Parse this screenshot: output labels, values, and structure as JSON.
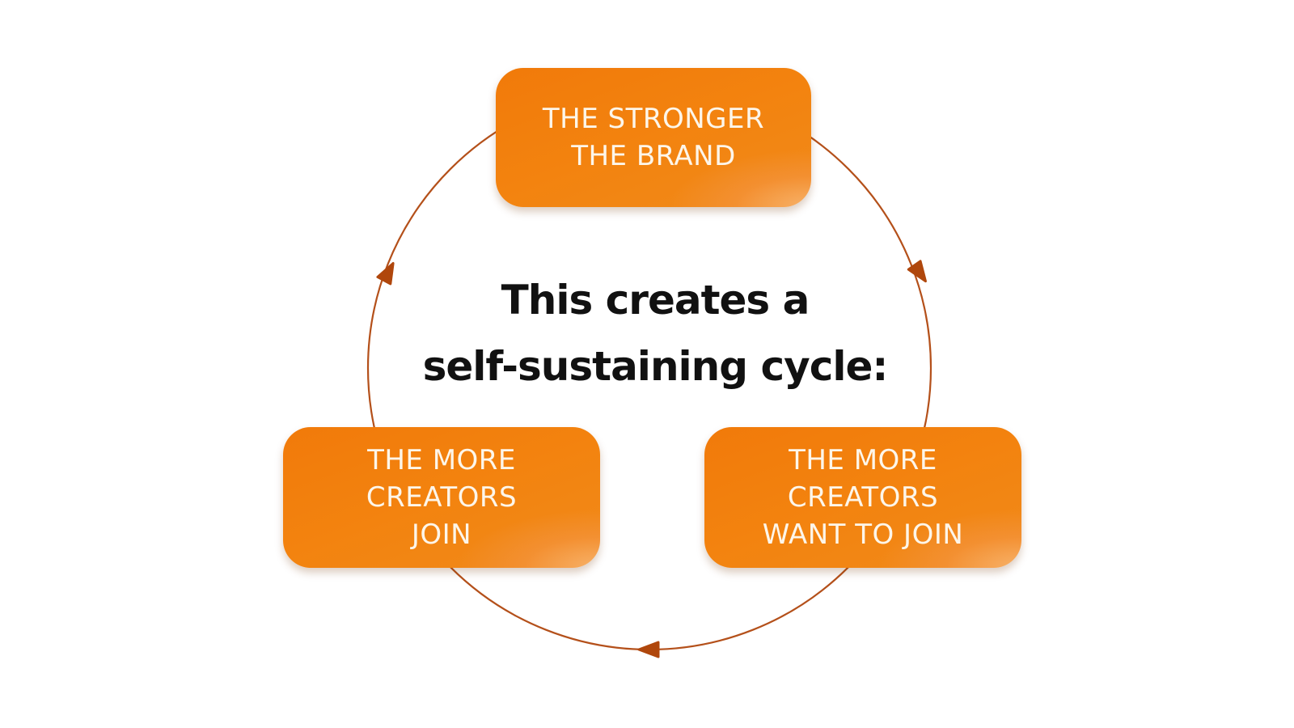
{
  "diagram": {
    "type": "cycle",
    "center_text": {
      "line1": "This creates a",
      "line2": "self-sustaining cycle:"
    },
    "nodes": [
      {
        "id": "top",
        "label": "THE STRONGER\nTHE BRAND"
      },
      {
        "id": "right",
        "label": "THE MORE\nCREATORS\nWANT TO JOIN"
      },
      {
        "id": "left",
        "label": "THE MORE\nCREATORS\nJOIN"
      }
    ],
    "edges": [
      {
        "from": "top",
        "to": "right",
        "direction": "clockwise"
      },
      {
        "from": "right",
        "to": "left",
        "direction": "clockwise"
      },
      {
        "from": "left",
        "to": "top",
        "direction": "clockwise"
      }
    ],
    "colors": {
      "box_orange": "#f17a0a",
      "box_highlight": "#f6b46e",
      "box_text": "#fdf6ea",
      "ring_stroke": "#b4501a",
      "arrow_fill": "#b0470c",
      "center_text": "#111111",
      "background": "#ffffff"
    }
  }
}
